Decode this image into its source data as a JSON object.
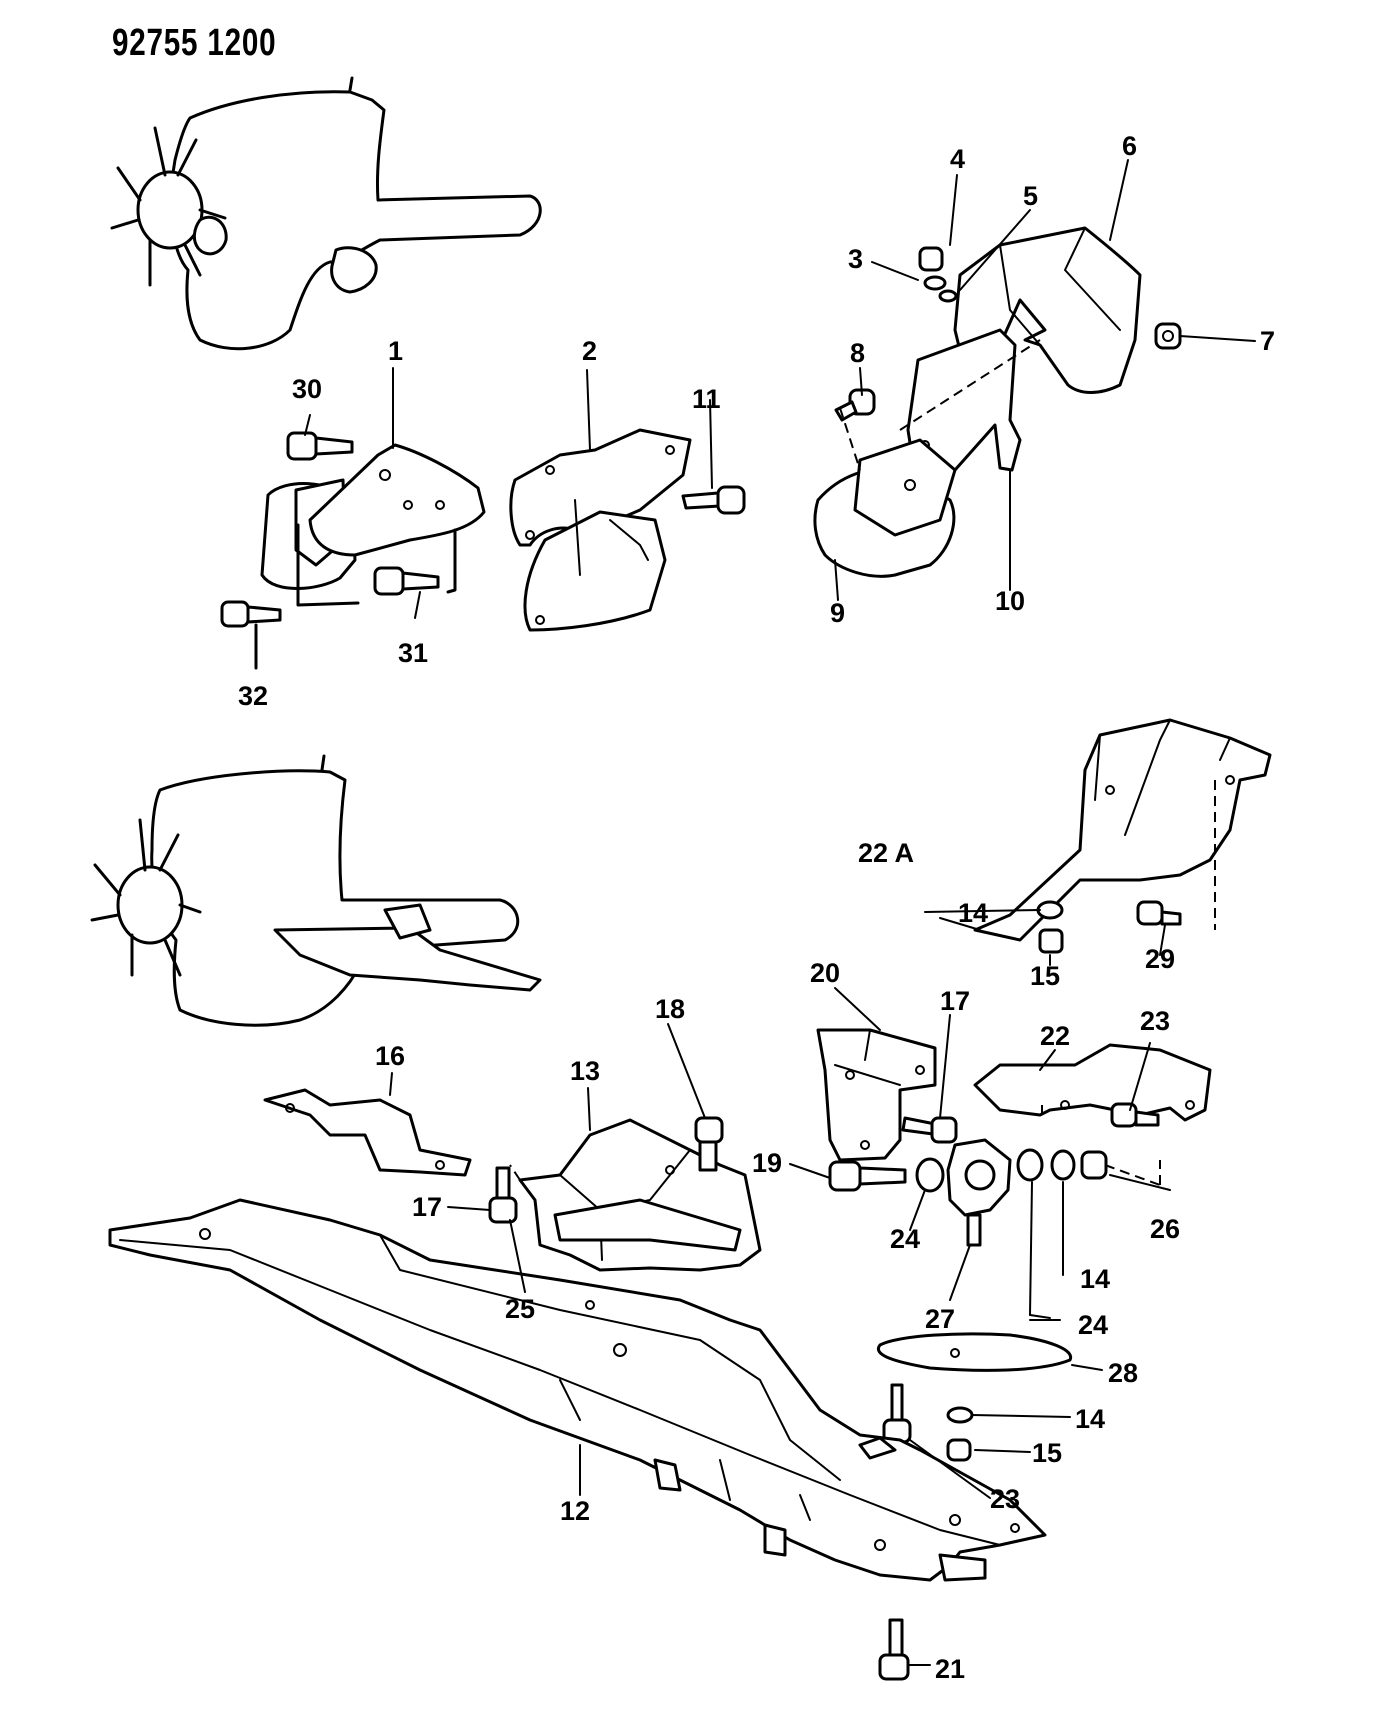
{
  "document": {
    "id": "92755 1200"
  },
  "callouts": {
    "c1": "1",
    "c2": "2",
    "c3": "3",
    "c4": "4",
    "c5": "5",
    "c6": "6",
    "c7": "7",
    "c8": "8",
    "c9": "9",
    "c10": "10",
    "c11": "11",
    "c12": "12",
    "c13": "13",
    "c14a": "14",
    "c14b": "14",
    "c14c": "14",
    "c15a": "15",
    "c15b": "15",
    "c16": "16",
    "c17a": "17",
    "c17b": "17",
    "c18": "18",
    "c19": "19",
    "c20": "20",
    "c21": "21",
    "c22": "22",
    "c22a": "22 A",
    "c23a": "23",
    "c23b": "23",
    "c24a": "24",
    "c24b": "24",
    "c25": "25",
    "c26": "26",
    "c27": "27",
    "c28": "28",
    "c29": "29",
    "c30": "30",
    "c31": "31",
    "c32": "32"
  }
}
